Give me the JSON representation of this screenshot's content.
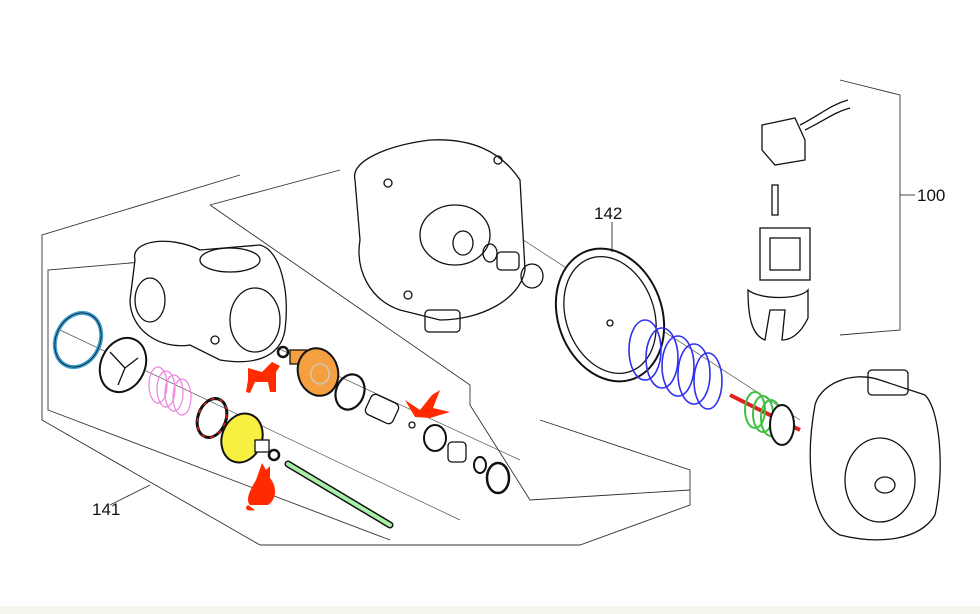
{
  "callouts": {
    "assembly_141": "141",
    "diaphragm_142": "142",
    "switch_100": "100"
  },
  "colors": {
    "snap_ring": "#3aa0d8",
    "spring_small": "#f080e0",
    "seal_red": "#e02020",
    "cone_yellow": "#f8f040",
    "valve_orange": "#f4a040",
    "rod_green": "#a8f0a8",
    "spring_blue": "#3030f0",
    "spring_green": "#40c040",
    "animal_red": "#ff2a00"
  },
  "icons": [
    "dog-icon",
    "cat-icon",
    "bird-icon"
  ]
}
